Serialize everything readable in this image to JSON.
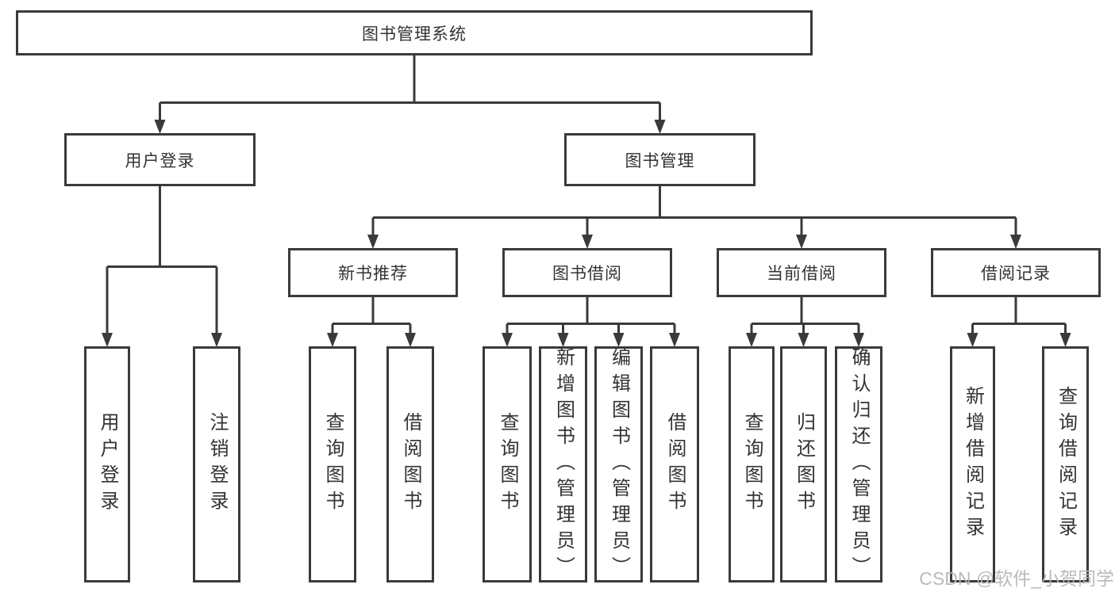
{
  "diagram": {
    "root": {
      "label": "图书管理系统"
    },
    "branches": [
      {
        "label": "用户登录",
        "children": [
          {
            "label": "用户登录"
          },
          {
            "label": "注销登录"
          }
        ]
      },
      {
        "label": "图书管理",
        "children": [
          {
            "label": "新书推荐",
            "children": [
              {
                "label": "查询图书"
              },
              {
                "label": "借阅图书"
              }
            ]
          },
          {
            "label": "图书借阅",
            "children": [
              {
                "label": "查询图书"
              },
              {
                "label": "新增图书（管理员）"
              },
              {
                "label": "编辑图书（管理员）"
              },
              {
                "label": "借阅图书"
              }
            ]
          },
          {
            "label": "当前借阅",
            "children": [
              {
                "label": "查询图书"
              },
              {
                "label": "归还图书"
              },
              {
                "label": "确认归还（管理员）"
              }
            ]
          },
          {
            "label": "借阅记录",
            "children": [
              {
                "label": "新增借阅记录"
              },
              {
                "label": "查询借阅记录"
              }
            ]
          }
        ]
      }
    ]
  },
  "watermark": "CSDN @软件_小贺同学",
  "colors": {
    "line": "#3a3a3a",
    "text": "#333333",
    "watermark": "#b6b6b6",
    "background": "#ffffff"
  }
}
